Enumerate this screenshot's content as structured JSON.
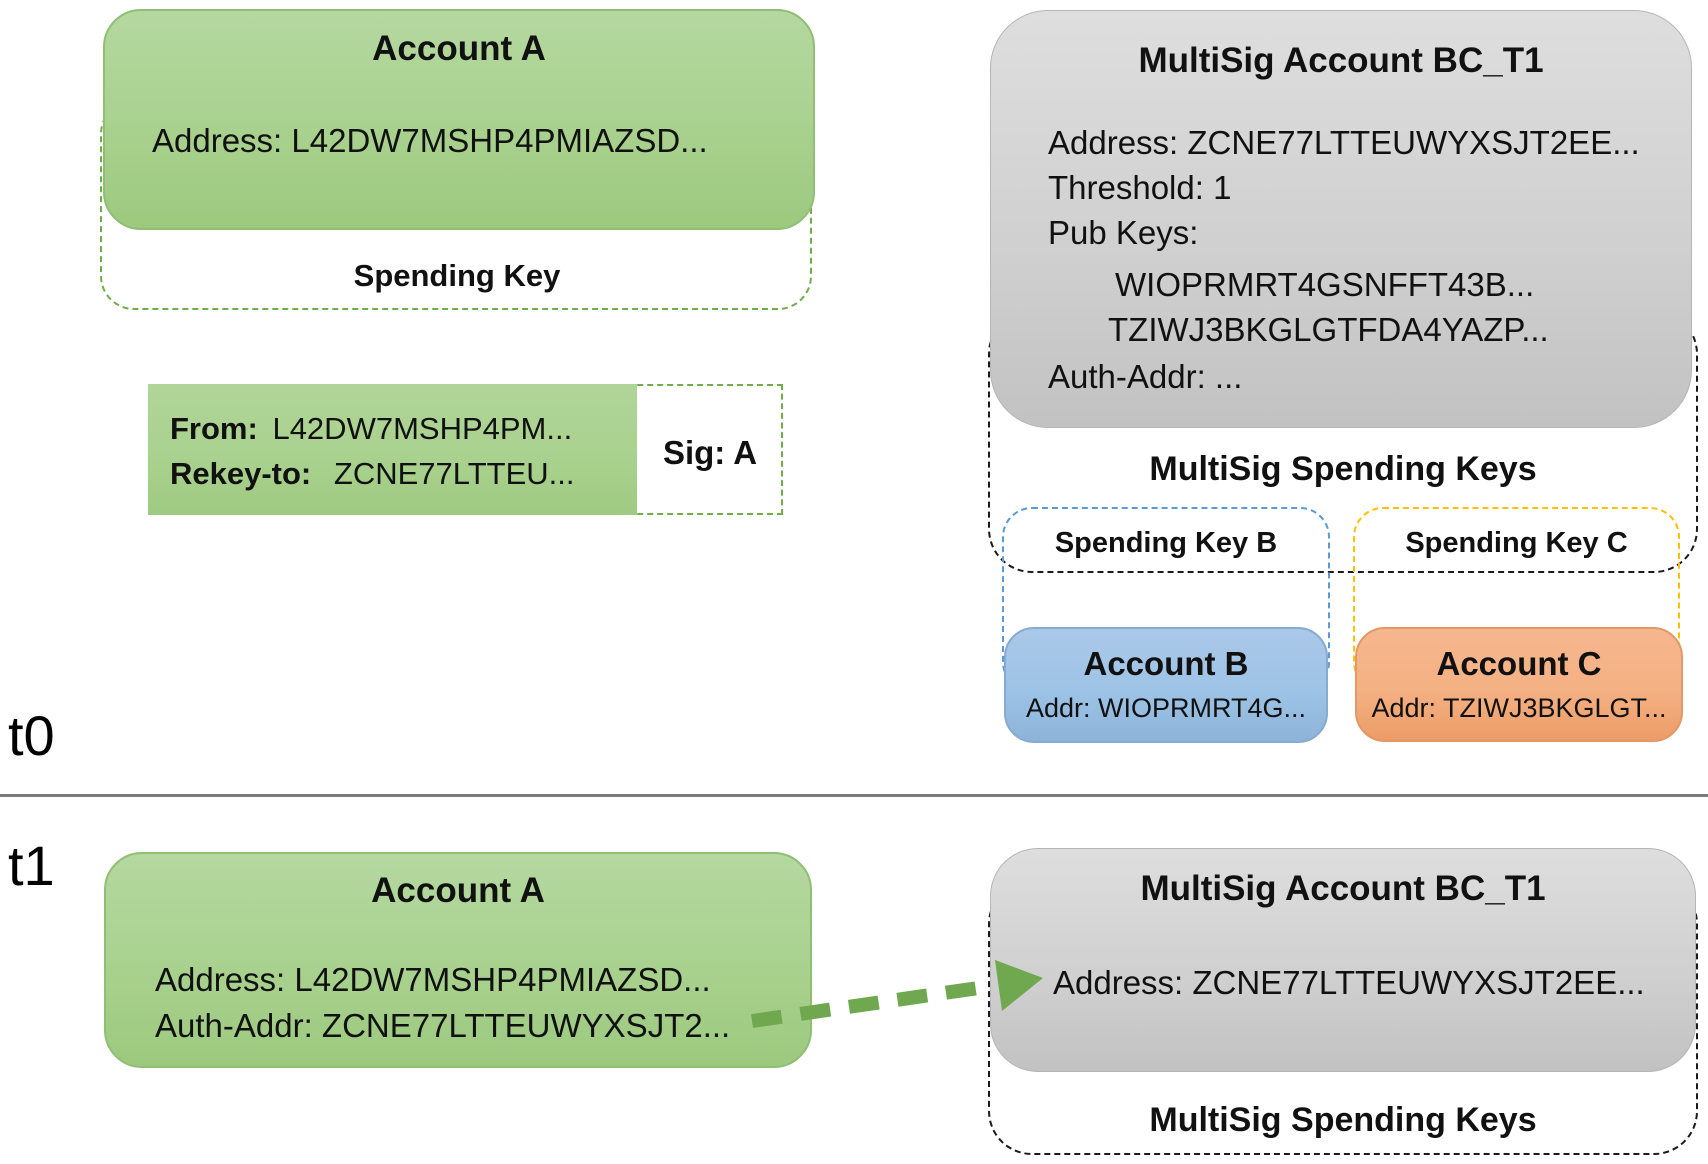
{
  "t0": {
    "label": "t0",
    "account_a": {
      "title": "Account A",
      "address": "Address: L42DW7MSHP4PMIAZSD...",
      "spending_key": "Spending Key"
    },
    "rekey_txn": {
      "from_label": "From:",
      "from_value": "L42DW7MSHP4PM...",
      "rekey_label": "Rekey-to:",
      "rekey_value": "ZCNE77LTTEU...",
      "sig": "Sig: A"
    },
    "multisig": {
      "title": "MultiSig Account BC_T1",
      "address": "Address: ZCNE77LTTEUWYXSJT2EE...",
      "threshold": "Threshold: 1",
      "pub_keys_label": "Pub Keys:",
      "pub_key_1": "WIOPRMRT4GSNFFT43B...",
      "pub_key_2": "TZIWJ3BKGLGTFDA4YAZP...",
      "auth_addr": "Auth-Addr: ...",
      "spending_keys_title": "MultiSig Spending Keys",
      "spending_key_b": "Spending Key B",
      "spending_key_c": "Spending Key C"
    },
    "account_b": {
      "title": "Account B",
      "addr": "Addr: WIOPRMRT4G..."
    },
    "account_c": {
      "title": "Account C",
      "addr": "Addr: TZIWJ3BKGLGT..."
    }
  },
  "t1": {
    "label": "t1",
    "account_a": {
      "title": "Account A",
      "address": "Address: L42DW7MSHP4PMIAZSD...",
      "auth_addr": "Auth-Addr: ZCNE77LTTEUWYXSJT2..."
    },
    "multisig": {
      "title": "MultiSig Account BC_T1",
      "address": "Address: ZCNE77LTTEUWYXSJT2EE...",
      "spending_keys_title": "MultiSig Spending Keys"
    }
  },
  "colors": {
    "green_fill": "#a9d18e",
    "green_dash": "#70ad47",
    "gray_fill": "#d0d0d0",
    "blue_fill": "#9dc3e6",
    "blue_dash": "#5b9bd5",
    "orange_fill": "#f4b183",
    "yellow_dash": "#ffc000",
    "black_dash": "#1a1a1a",
    "arrow_green": "#6fa84e",
    "divider_gray": "#7b7b7b"
  }
}
